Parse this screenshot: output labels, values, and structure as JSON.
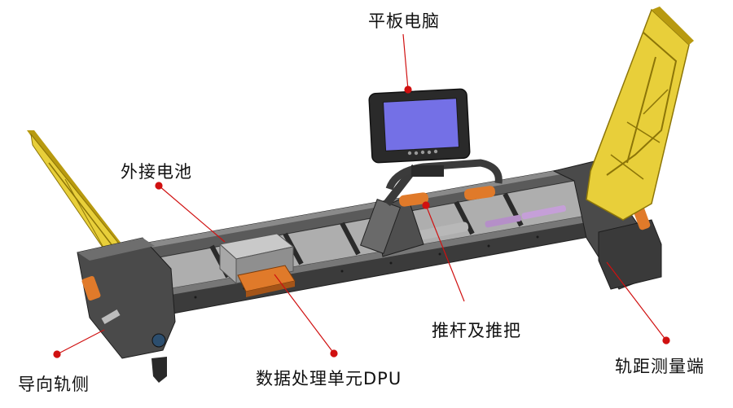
{
  "labels": {
    "tablet": "平板电脑",
    "battery": "外接电池",
    "push_rod": "推杆及推把",
    "dpu": "数据处理单元DPU",
    "guide_side": "导向轨侧",
    "gauge_end": "轨距测量端"
  },
  "colors": {
    "frame_dark": "#3b3b3b",
    "frame_mid": "#5a5a5a",
    "frame_light": "#8a8a8a",
    "plate_yellow": "#e8cf3a",
    "plate_yellow_dark": "#b89a10",
    "screen_blue": "#7470e6",
    "accent_orange": "#e07a2a",
    "leader_red": "#d01010"
  }
}
